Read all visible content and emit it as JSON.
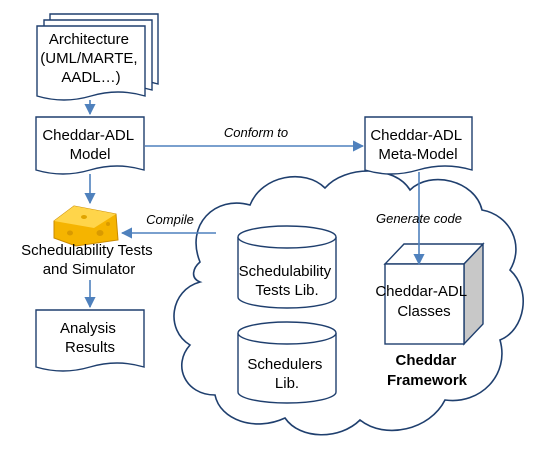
{
  "nodes": {
    "architecture": {
      "lines": [
        "Architecture",
        "(UML/MARTE,",
        "AADL…)"
      ]
    },
    "model": {
      "lines": [
        "Cheddar-ADL",
        "Model"
      ]
    },
    "meta_model": {
      "lines": [
        "Cheddar-ADL",
        "Meta-Model"
      ]
    },
    "sched_tests": {
      "lines": [
        "Schedulability Tests",
        "and Simulator"
      ]
    },
    "analysis": {
      "lines": [
        "Analysis",
        "Results"
      ]
    },
    "tests_lib": {
      "lines": [
        "Schedulability",
        "Tests Lib."
      ]
    },
    "schedulers_lib": {
      "lines": [
        "Schedulers",
        "Lib."
      ]
    },
    "classes": {
      "lines": [
        "Cheddar-ADL",
        "Classes"
      ]
    },
    "framework": {
      "lines": [
        "Cheddar",
        "Framework"
      ]
    }
  },
  "edges": {
    "conform": "Conform to",
    "compile": "Compile",
    "generate": "Generate code"
  },
  "colors": {
    "stroke": "#1f3f6e",
    "arrow": "#4f81bd",
    "box_fill": "#ffffff",
    "cube_side": "#c8c8c8",
    "cheese": "#f5b400"
  },
  "icons": {
    "cheese": "cheese-icon"
  }
}
